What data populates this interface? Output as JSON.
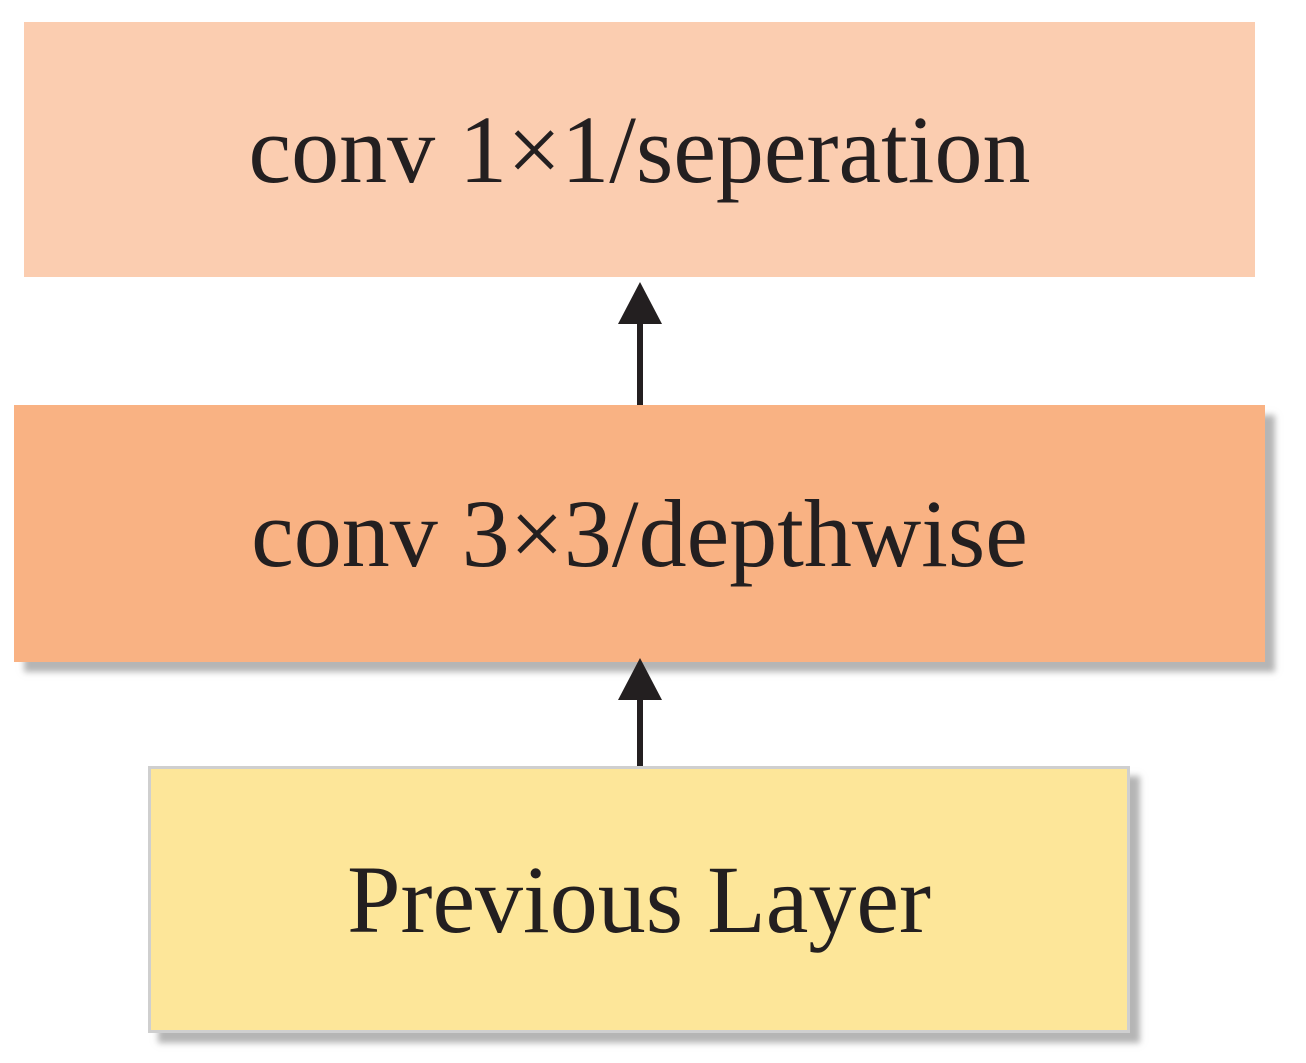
{
  "blocks": {
    "separation": {
      "label": "conv 1×1/seperation",
      "color": "#fbcdb0"
    },
    "depthwise": {
      "label": "conv 3×3/depthwise",
      "color": "#f9b283"
    },
    "previous": {
      "label": "Previous Layer",
      "color": "#fde699"
    }
  },
  "arrow_color": "#231f20"
}
